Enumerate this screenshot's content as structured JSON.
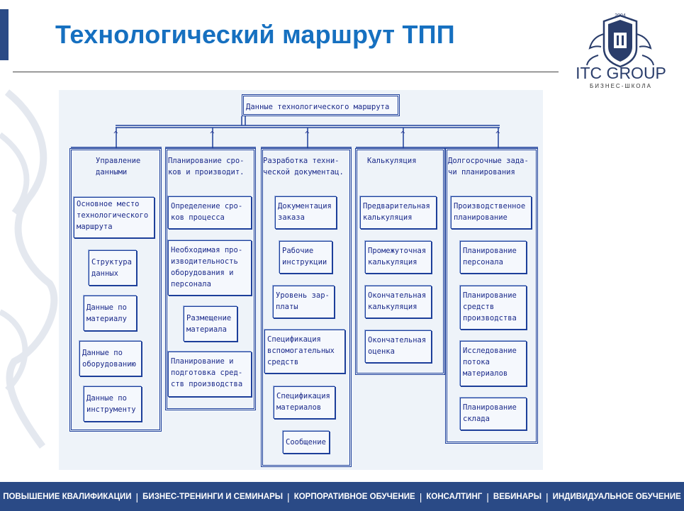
{
  "slide": {
    "title": "Технологический маршрут ТПП"
  },
  "logo": {
    "year": "2004",
    "name": "ITC GROUP",
    "tagline": "БИЗНЕС-ШКОЛА"
  },
  "diagram": {
    "root": "Данные технологического маршрута",
    "columns": [
      {
        "header": "Управление\nданными",
        "items": [
          "Основное место\nтехнологического\nмаршрута",
          "Структура\nданных",
          "Данные по\nматериалу",
          "Данные по\nоборудованию",
          "Данные по\nинструменту"
        ]
      },
      {
        "header": "Планирование сро-\nков и производит.",
        "items": [
          "Определение сро-\nков процесса",
          "Необходимая про-\nизводительность\nоборудования и\nперсонала",
          "Размещение\nматериала",
          "Планирование и\nподготовка сред-\nств производства"
        ]
      },
      {
        "header": "Разработка техни-\nческой документац.",
        "items": [
          "Документация\nзаказа",
          "Рабочие\nинструкции",
          "Уровень зар-\nплаты",
          "Спецификация\nвспомогательных\nсредств",
          "Спецификация\nматериалов",
          "Сообщение"
        ]
      },
      {
        "header": "Калькуляция",
        "items": [
          "Предварительная\nкалькуляция",
          "Промежуточная\nкалькуляция",
          "Окончательная\nкалькуляция",
          "Окончательная\nоценка"
        ]
      },
      {
        "header": "Долгосрочные зада-\nчи планирования",
        "items": [
          "Производственное\nпланирование",
          "Планирование\nперсонала",
          "Планирование\nсредств\nпроизводства",
          "Исследование\nпотока\nматериалов",
          "Планирование\nсклада"
        ]
      }
    ]
  },
  "footer": {
    "items": [
      "ПОВЫШЕНИЕ КВАЛИФИКАЦИИ",
      "БИЗНЕС-ТРЕНИНГИ И СЕМИНАРЫ",
      "КОРПОРАТИВНОЕ ОБУЧЕНИЕ",
      "КОНСАЛТИНГ",
      "ВЕБИНАРЫ",
      "ИНДИВИДУАЛЬНОЕ ОБУЧЕНИЕ"
    ]
  },
  "colors": {
    "title": "#1670c0",
    "brand": "#2a4a86",
    "diagram_line": "#1d3f9a"
  }
}
